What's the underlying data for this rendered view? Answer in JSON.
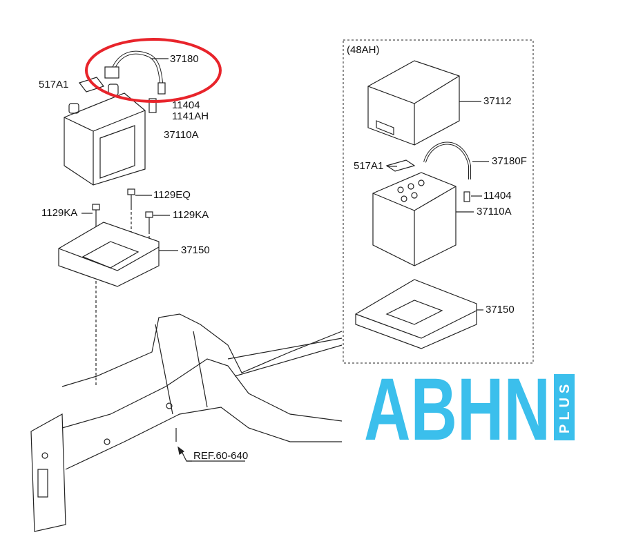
{
  "diagram": {
    "left_group": {
      "labels": {
        "cable": "37180",
        "cover": "517A1",
        "bolt_a": "11404",
        "bolt_b": "1141AH",
        "battery": "37110A",
        "bolt_eq": "1129EQ",
        "bolt_ka_left": "1129KA",
        "bolt_ka_right": "1129KA",
        "tray": "37150"
      }
    },
    "right_group": {
      "variant": "(48AH)",
      "labels": {
        "insulator": "37112",
        "cover": "517A1",
        "cable": "37180F",
        "bolt": "11404",
        "battery": "37110A",
        "tray": "37150"
      }
    },
    "reference": "REF.60-640",
    "highlight_color": "#e8242b",
    "line_color": "#222222"
  },
  "logo": {
    "text": "ABHN",
    "subtext": "PLUS",
    "color": "#3bbfec"
  }
}
